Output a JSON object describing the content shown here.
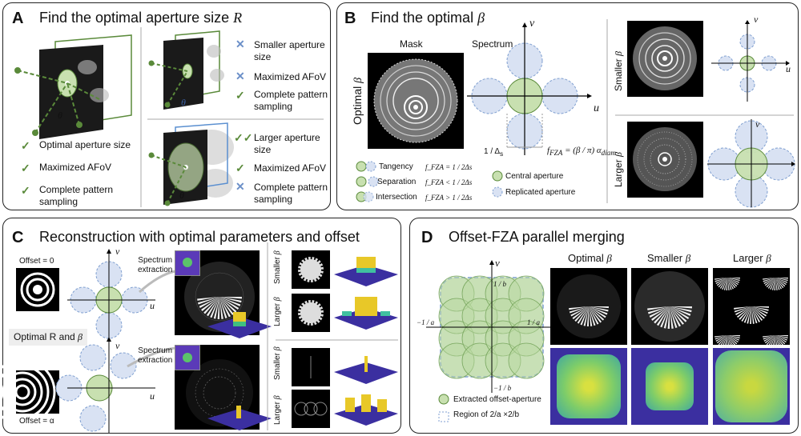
{
  "panelA": {
    "letter": "A",
    "title_prefix": "Find the optimal aperture size ",
    "title_var": "R",
    "theta": "θ",
    "left_items": [
      {
        "mark": "check",
        "label": "Optimal aperture size"
      },
      {
        "mark": "check",
        "label": "Maximized AFoV"
      },
      {
        "mark": "check",
        "label": "Complete pattern sampling"
      }
    ],
    "right_top_items": [
      {
        "mark": "cross",
        "label": "Smaller aperture size"
      },
      {
        "mark": "cross",
        "label": "Maximized AFoV"
      },
      {
        "mark": "check",
        "label": "Complete pattern sampling"
      }
    ],
    "right_bottom_items": [
      {
        "mark": "double-check",
        "label": "Larger aperture size"
      },
      {
        "mark": "check",
        "label": "Maximized AFoV"
      },
      {
        "mark": "cross",
        "label": "Complete pattern sampling"
      }
    ]
  },
  "panelB": {
    "letter": "B",
    "title_prefix": "Find the optimal ",
    "title_var": "β",
    "mask_label": "Mask",
    "spectrum_label": "Spectrum",
    "optimal_label": "Optimal",
    "optimal_var": "β",
    "smaller_label": "Smaller",
    "larger_label": "Larger",
    "axis_u": "u",
    "axis_v": "v",
    "delta_label": "1 / Δ",
    "delta_sub": "s",
    "fza_eq_lhs": "f",
    "fza_eq_sub": "FZA",
    "fza_eq_rhs": "= (β / π) α",
    "fza_eq_rhs_sub": "diam",
    "legend": [
      {
        "name": "Tangency",
        "eq": "f_FZA = 1 / 2Δs"
      },
      {
        "name": "Separation",
        "eq": "f_FZA < 1 / 2Δs"
      },
      {
        "name": "Intersection",
        "eq": "f_FZA > 1 / 2Δs"
      }
    ],
    "central_label": "Central aperture",
    "replicated_label": "Replicated aperture"
  },
  "panelC": {
    "letter": "C",
    "title": "Reconstruction with optimal parameters and offset",
    "offset0": "Offset = 0",
    "offsetA": "Offset = α",
    "optimal_rb": "Optimal R and",
    "optimal_rb_var": "β",
    "spectrum_extraction_1": "Spectrum",
    "spectrum_extraction_2": "extraction",
    "axis_u": "u",
    "axis_v": "v",
    "smaller": "Smaller",
    "larger": "Larger",
    "beta": "β"
  },
  "panelD": {
    "letter": "D",
    "title": "Offset-FZA parallel merging",
    "col_optimal": "Optimal",
    "col_smaller": "Smaller",
    "col_larger": "Larger",
    "beta": "β",
    "axis_u": "u",
    "axis_v": "v",
    "tick_top": "1 / b",
    "tick_bottom": "−1 / b",
    "tick_left": "−1 / a",
    "tick_right": "1 / a",
    "legend_extracted": "Extracted offset-aperture",
    "legend_region": "Region of 2/a ×2/b"
  },
  "colors": {
    "green_fill": "#c8e0b0",
    "green_stroke": "#5a8a3a",
    "blue_fill": "#d9e2f3",
    "blue_stroke": "#7f9fd0",
    "cross_blue": "#6b8fc8",
    "heat_bg": "#3b2fa0"
  }
}
